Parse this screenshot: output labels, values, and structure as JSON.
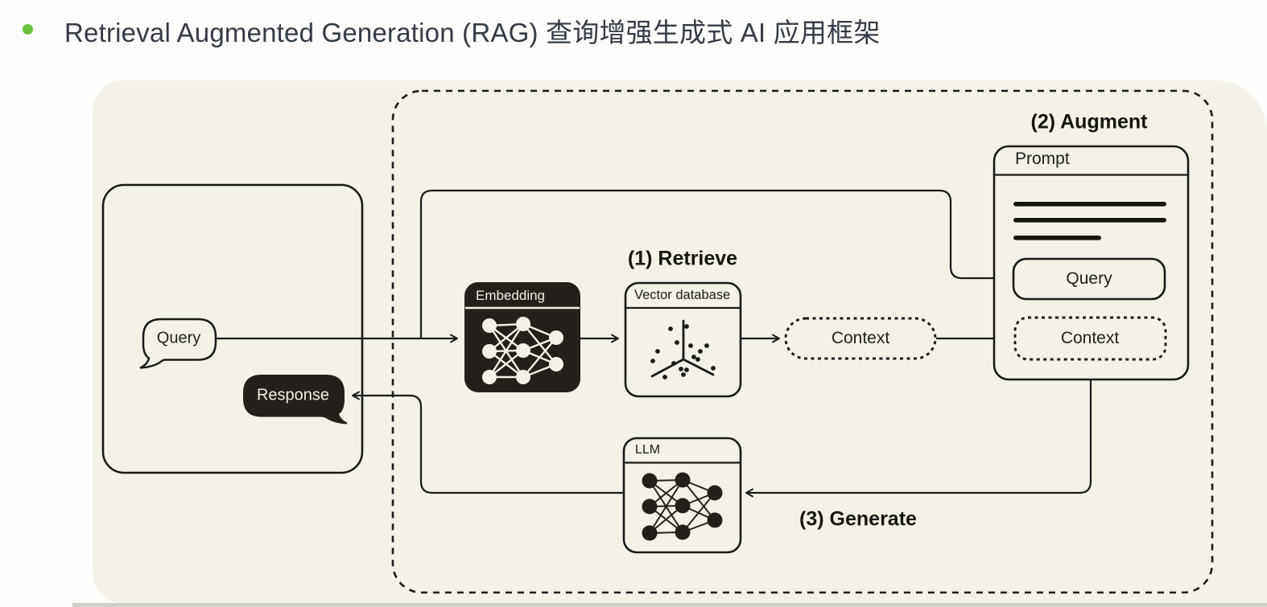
{
  "title": {
    "text": "Retrieval Augmented Generation (RAG) 查询增强生成式 AI 应用框架"
  },
  "colors": {
    "bullet_green": "#68c03c",
    "card_bg": "#f3f1e8",
    "ink": "#1a1a1a",
    "dark_box": "#23201b",
    "title_text": "#353b46"
  },
  "diagram": {
    "steps": {
      "retrieve": "(1) Retrieve",
      "augment": "(2) Augment",
      "generate": "(3) Generate"
    },
    "client": {
      "query": "Query",
      "response": "Response"
    },
    "embedding": {
      "title": "Embedding"
    },
    "vector_db": {
      "title": "Vector database"
    },
    "context": {
      "label": "Context"
    },
    "prompt": {
      "title": "Prompt",
      "query": "Query",
      "context": "Context"
    },
    "llm": {
      "title": "LLM"
    }
  }
}
